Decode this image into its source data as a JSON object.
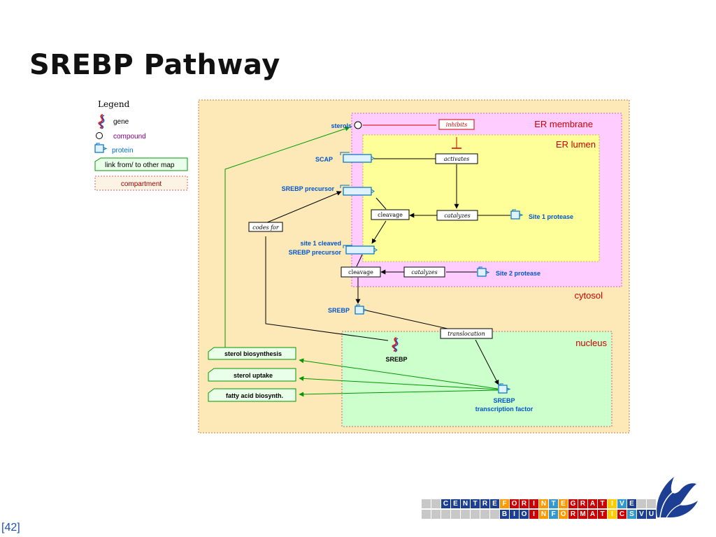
{
  "title": "SREBP Pathway",
  "page_number": "42",
  "legend": {
    "title": "Legend",
    "gene": "gene",
    "compound": "compound",
    "protein": "protein",
    "link": "link from/ to other map",
    "compartment": "compartment"
  },
  "compartments": {
    "er_membrane": "ER membrane",
    "er_lumen": "ER lumen",
    "cytosol": "cytosol",
    "nucleus": "nucleus"
  },
  "nodes": {
    "sterols": "sterols",
    "scap": "SCAP",
    "srebp_precursor": "SREBP precursor",
    "site1_cleaved_l1": "site 1 cleaved",
    "site1_cleaved_l2": "SREBP precursor",
    "srebp": "SREBP",
    "srebp_gene": "SREBP",
    "srebp_tf_l1": "SREBP",
    "srebp_tf_l2": "transcription factor",
    "site1_protease": "Site 1 protease",
    "site2_protease": "Site 2 protease"
  },
  "processes": {
    "inhibits": "inhibits",
    "activates": "activates",
    "catalyzes1": "catalyzes",
    "cleavage1": "cleavage",
    "codes_for": "codes for",
    "cleavage2": "cleavage",
    "catalyzes2": "catalyzes",
    "translocation": "translocation"
  },
  "links": {
    "sterol_biosynthesis": "sterol biosynthesis",
    "sterol_uptake": "sterol uptake",
    "fatty_acid": "fatty acid biosynth."
  },
  "logo": {
    "row1": [
      "C",
      "E",
      "N",
      "T",
      "R",
      "E",
      "F",
      "O",
      "R",
      "I",
      "N",
      "T",
      "E",
      "G",
      "R",
      "A",
      "T",
      "I",
      "V",
      "E"
    ],
    "row2": [
      "B",
      "I",
      "O",
      "I",
      "N",
      "F",
      "O",
      "R",
      "M",
      "A",
      "T",
      "I",
      "C",
      "S",
      "V",
      "U"
    ]
  },
  "colors": {
    "er_membrane": "#ffccff",
    "er_lumen": "#ffff99",
    "cytosol": "#fde9b8",
    "nucleus": "#ccffcc",
    "link_green": "#009900",
    "protein_blue": "#0070c0",
    "label_blue": "#0055cc"
  }
}
